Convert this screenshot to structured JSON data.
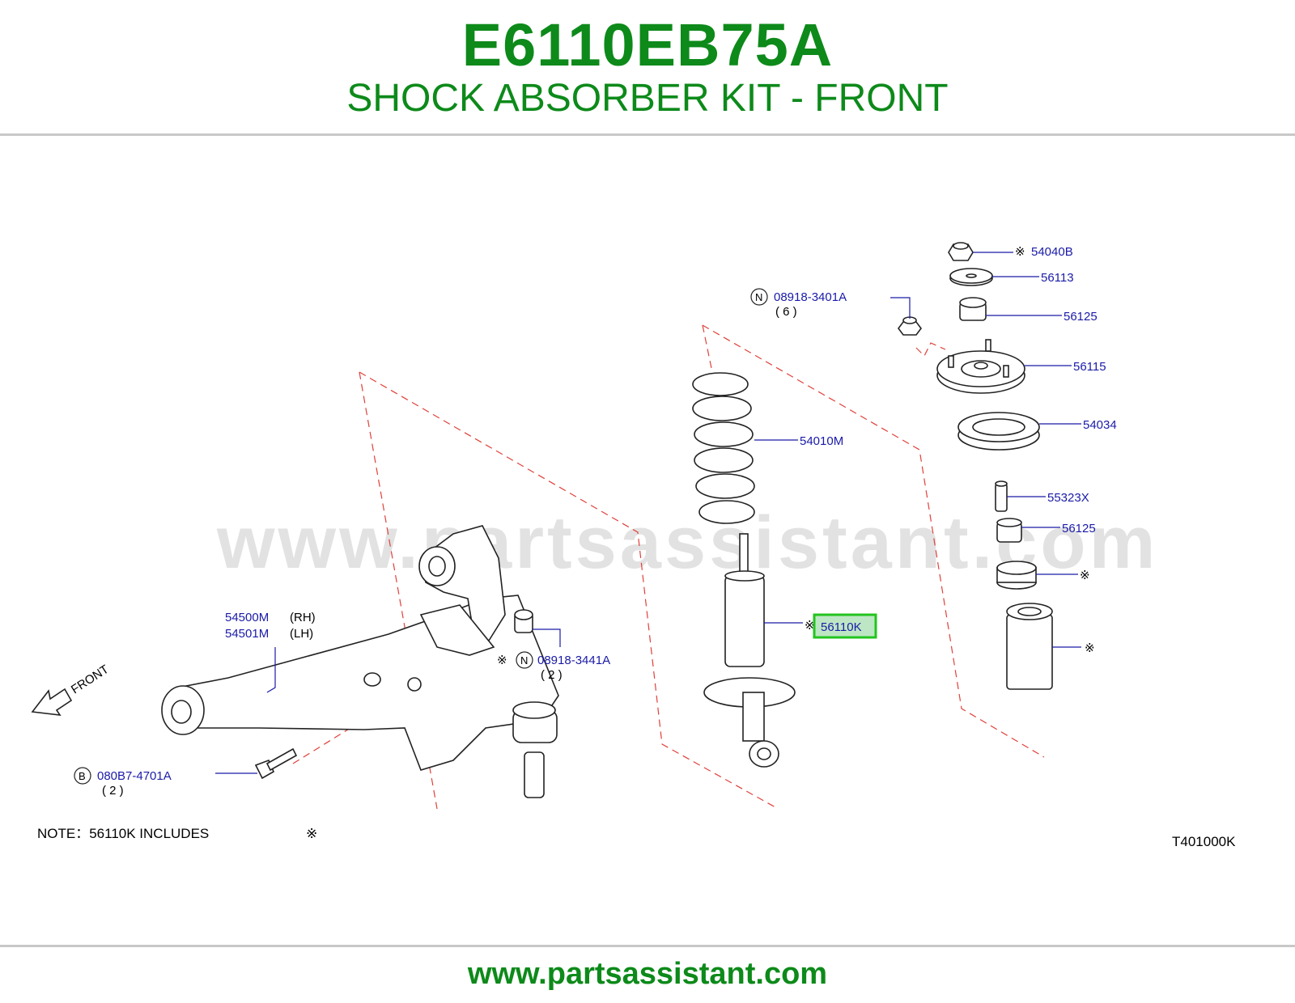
{
  "header": {
    "part_number": "E6110EB75A",
    "description": "SHOCK ABSORBER KIT - FRONT"
  },
  "watermark": "www.partsassistant.com",
  "footer": {
    "url": "www.partsassistant.com"
  },
  "colors": {
    "brand_green": "#0d8a1a",
    "callout_blue": "#1a1aa8",
    "highlight_green": "#22c41e",
    "dashed_red": "#e0403a"
  },
  "diagram": {
    "callouts": {
      "c54040b": "54040B",
      "c56113": "56113",
      "c56125a": "56125",
      "c56115": "56115",
      "c54034": "54034",
      "c55323x": "55323X",
      "c56125b": "56125",
      "c56110k": "56110K",
      "c54010m": "54010M",
      "c08918_3401a": "08918-3401A",
      "c08918_3401a_qty": "( 6 )",
      "c08918_3441a": "08918-3441A",
      "c08918_3441a_qty": "( 2 )",
      "c54500m": "54500M",
      "c54500m_side": "(RH)",
      "c54501m": "54501M",
      "c54501m_side": "(LH)",
      "c080b7_4701a": "080B7-4701A",
      "c080b7_4701a_qty": "( 2 )",
      "badge_n": "N",
      "badge_b": "B",
      "kit_mark": "※",
      "front_label": "FRONT"
    },
    "note": {
      "text": "NOTE：56110K   INCLUDES",
      "mark": "※"
    },
    "diagram_code": "T401000K"
  }
}
